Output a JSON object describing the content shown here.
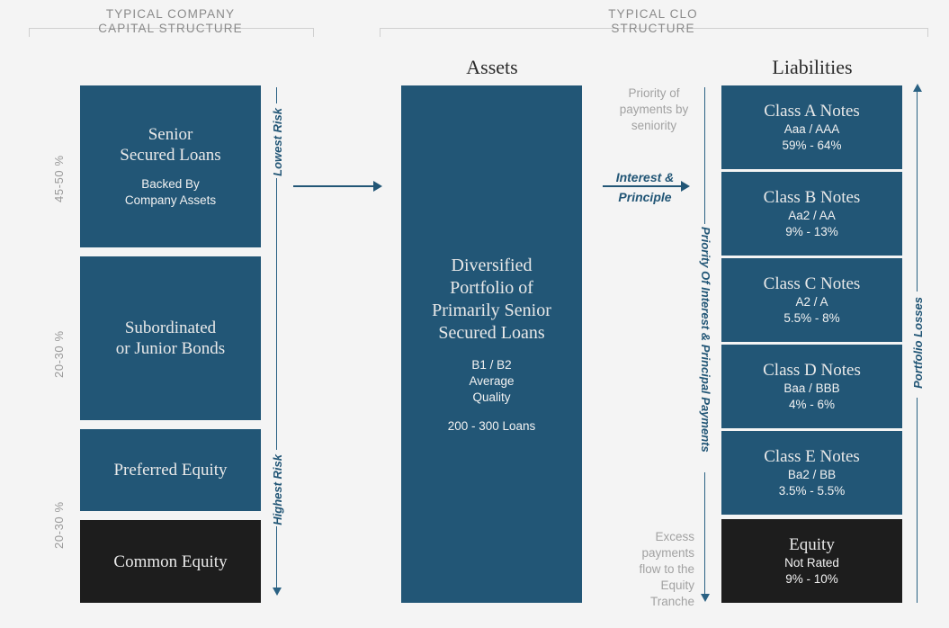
{
  "headers": {
    "left": {
      "line1": "TYPICAL COMPANY",
      "line2": "CAPITAL STRUCTURE"
    },
    "right": {
      "line1": "TYPICAL CLO",
      "line2": "STRUCTURE"
    }
  },
  "captions": {
    "assets": "Assets",
    "liabilities": "Liabilities"
  },
  "capital_structure": {
    "percent_labels": [
      "45-50 %",
      "20-30 %",
      "20-30 %"
    ],
    "blocks": [
      {
        "title_line1": "Senior",
        "title_line2": "Secured Loans",
        "sub_line1": "Backed By",
        "sub_line2": "Company Assets",
        "color": "#225676"
      },
      {
        "title_line1": "Subordinated",
        "title_line2": "or Junior Bonds",
        "sub_line1": "",
        "sub_line2": "",
        "color": "#225676"
      },
      {
        "title_line1": "Preferred Equity",
        "title_line2": "",
        "sub_line1": "",
        "sub_line2": "",
        "color": "#225676"
      },
      {
        "title_line1": "Common Equity",
        "title_line2": "",
        "sub_line1": "",
        "sub_line2": "",
        "color": "#1d1d1d"
      }
    ],
    "risk_axis": {
      "top_label": "Lowest Risk",
      "bottom_label": "Highest Risk"
    }
  },
  "assets": {
    "serif_line1": "Diversified",
    "serif_line2": "Portfolio of",
    "serif_line3": "Primarily Senior",
    "serif_line4": "Secured Loans",
    "quality_line1": "B1 / B2",
    "quality_line2": "Average",
    "quality_line3": "Quality",
    "loans": "200 - 300 Loans"
  },
  "middle": {
    "priority_note": "Priority of\npayments by\nseniority",
    "priority_note_l1": "Priority of",
    "priority_note_l2": "payments by",
    "priority_note_l3": "seniority",
    "interest_label_l1": "Interest &",
    "interest_label_l2": "Principle",
    "excess_l1": "Excess",
    "excess_l2": "payments",
    "excess_l3": "flow to the",
    "excess_l4": "Equity",
    "excess_l5": "Tranche",
    "payments_axis_label": "Priority Of Interest & Principal Payments"
  },
  "liabilities": {
    "blocks": [
      {
        "name": "Class A Notes",
        "rating": "Aaa / AAA",
        "range": "59% - 64%",
        "color": "#225676"
      },
      {
        "name": "Class B Notes",
        "rating": "Aa2 / AA",
        "range": "9% - 13%",
        "color": "#225676"
      },
      {
        "name": "Class C Notes",
        "rating": "A2 / A",
        "range": "5.5% - 8%",
        "color": "#225676"
      },
      {
        "name": "Class D Notes",
        "rating": "Baa / BBB",
        "range": "4% - 6%",
        "color": "#225676"
      },
      {
        "name": "Class E Notes",
        "rating": "Ba2 / BB",
        "range": "3.5% - 5.5%",
        "color": "#225676"
      },
      {
        "name": "Equity",
        "rating": "Not Rated",
        "range": "9% - 10%",
        "color": "#1d1d1d"
      }
    ],
    "losses_axis_label": "Portfolio Losses"
  },
  "colors": {
    "background": "#f4f4f4",
    "blue": "#225676",
    "dark": "#1d1d1d",
    "muted_text": "#9a9a9a",
    "accent_line": "#2a6183"
  }
}
